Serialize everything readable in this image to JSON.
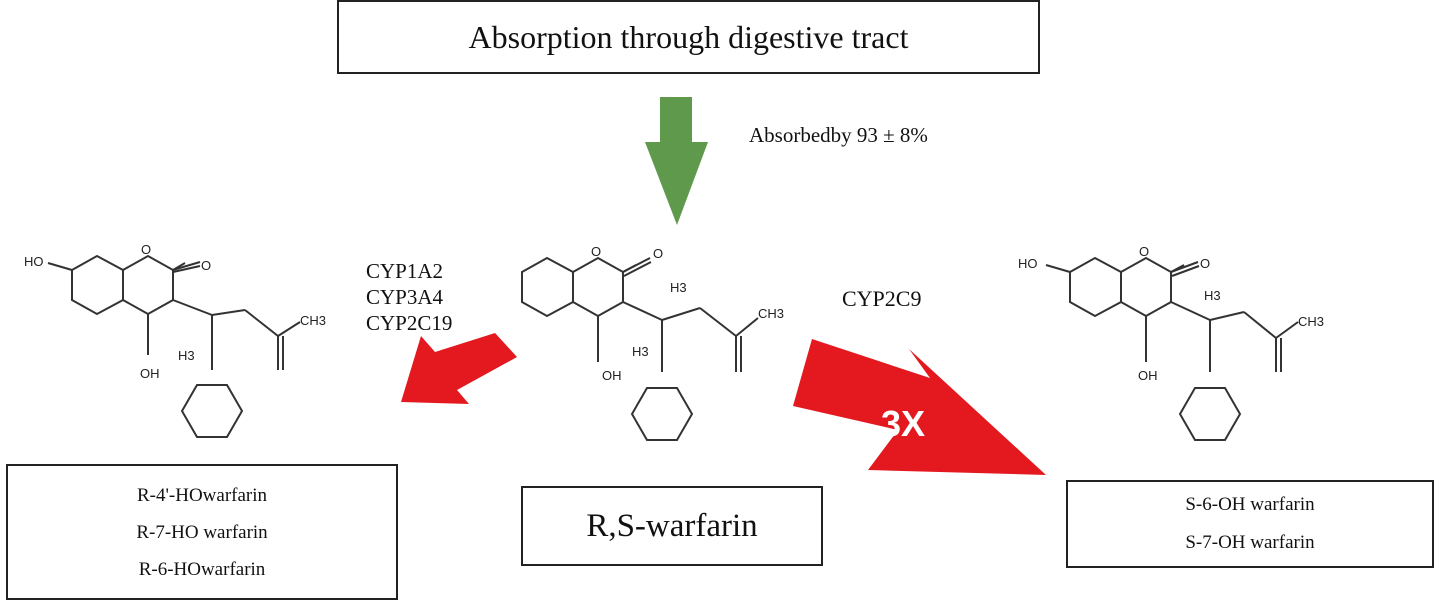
{
  "top_box": {
    "text": "Absorption through digestive tract"
  },
  "absorbed_label": "Absorbedby 93 ± 8%",
  "cyp_left": [
    "CYP1A2",
    "CYP3A4",
    "CYP2C19"
  ],
  "cyp_right": "CYP2C9",
  "multiplier": "3X",
  "center_box": {
    "text": "R,S-warfarin"
  },
  "left_box": {
    "lines": [
      "R-4'-HOwarfarin",
      "R-7-HO warfarin",
      "R-6-HOwarfarin"
    ]
  },
  "right_box": {
    "lines": [
      "S-6-OH warfarin",
      "S-7-OH warfarin"
    ]
  },
  "atoms": {
    "oh": "OH",
    "ho": "HO",
    "ch3": "CH3",
    "h3": "H3",
    "o": "O"
  },
  "colors": {
    "green_arrow": "#5f9a4c",
    "red_arrow": "#e3191f",
    "border": "#222222"
  }
}
